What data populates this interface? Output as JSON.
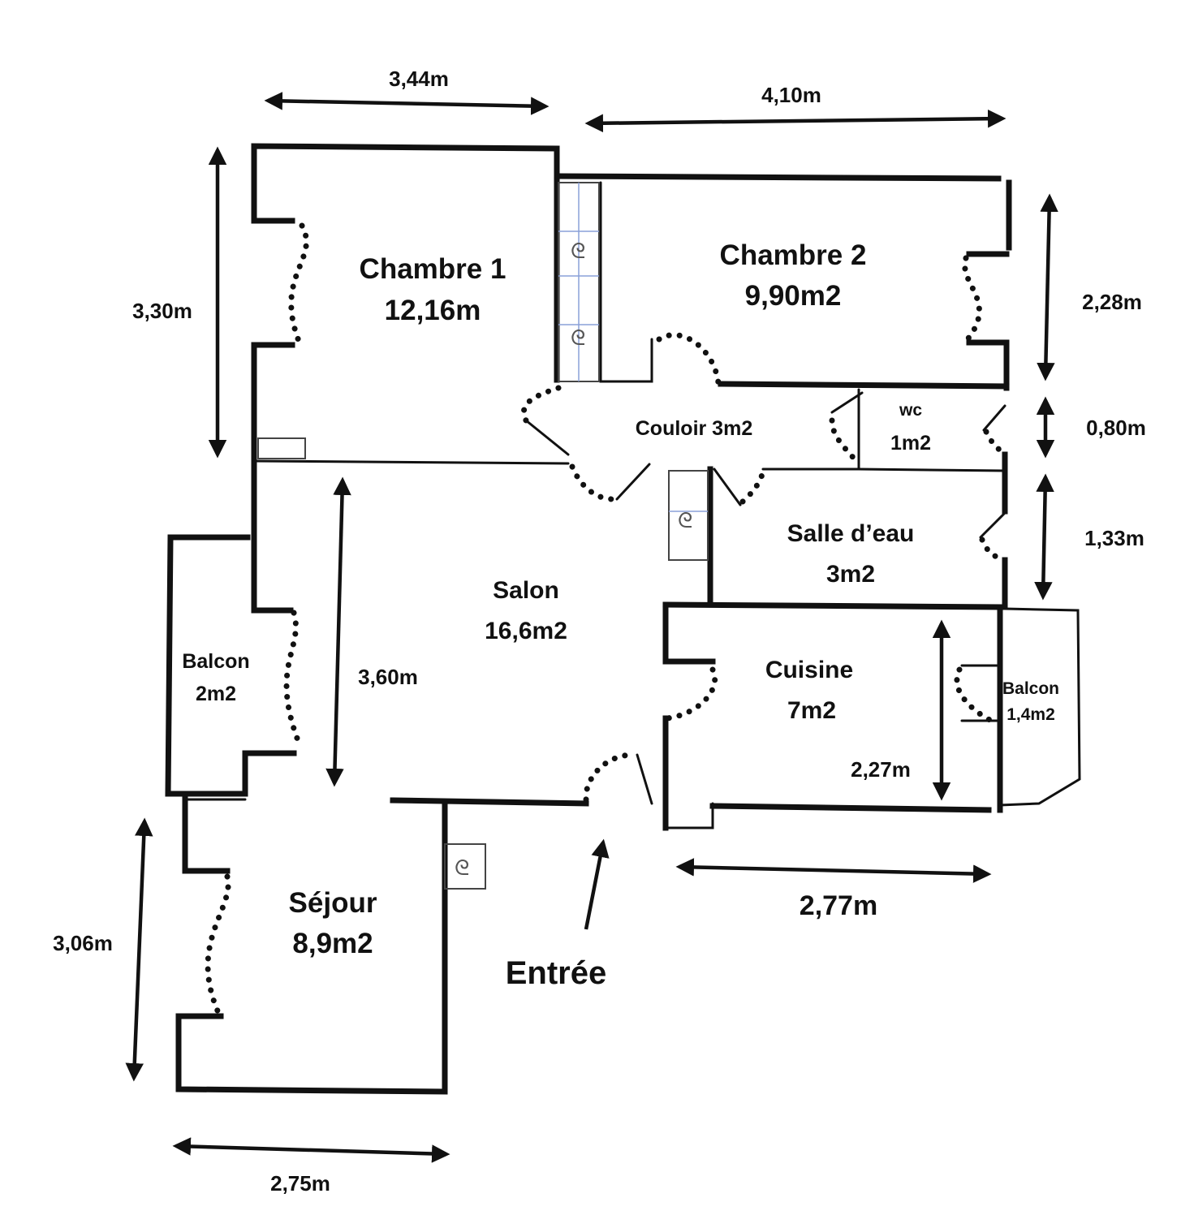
{
  "rooms": {
    "chambre1": {
      "name": "Chambre 1",
      "area": "12,16m"
    },
    "chambre2": {
      "name": "Chambre 2",
      "area": "9,90m2"
    },
    "couloir": {
      "label": "Couloir 3m2"
    },
    "wc": {
      "name": "wc",
      "area": "1m2"
    },
    "salle_eau": {
      "name": "Salle d’eau",
      "area": "3m2"
    },
    "salon": {
      "name": "Salon",
      "area": "16,6m2"
    },
    "cuisine": {
      "name": "Cuisine",
      "area": "7m2"
    },
    "balcon_west": {
      "name": "Balcon",
      "area": "2m2"
    },
    "balcon_east": {
      "name": "Balcon",
      "area": "1,4m2"
    },
    "sejour": {
      "name": "Séjour",
      "area": "8,9m2"
    }
  },
  "entrance": {
    "label": "Entrée"
  },
  "dimensions": {
    "chambre1_width": "3,44m",
    "chambre2_width": "4,10m",
    "chambre1_height": "3,30m",
    "chambre2_height": "2,28m",
    "wc_height": "0,80m",
    "salle_eau_height": "1,33m",
    "salon_height": "3,60m",
    "cuisine_height": "2,27m",
    "cuisine_width": "2,77m",
    "sejour_height": "3,06m",
    "sejour_width": "2,75m"
  }
}
